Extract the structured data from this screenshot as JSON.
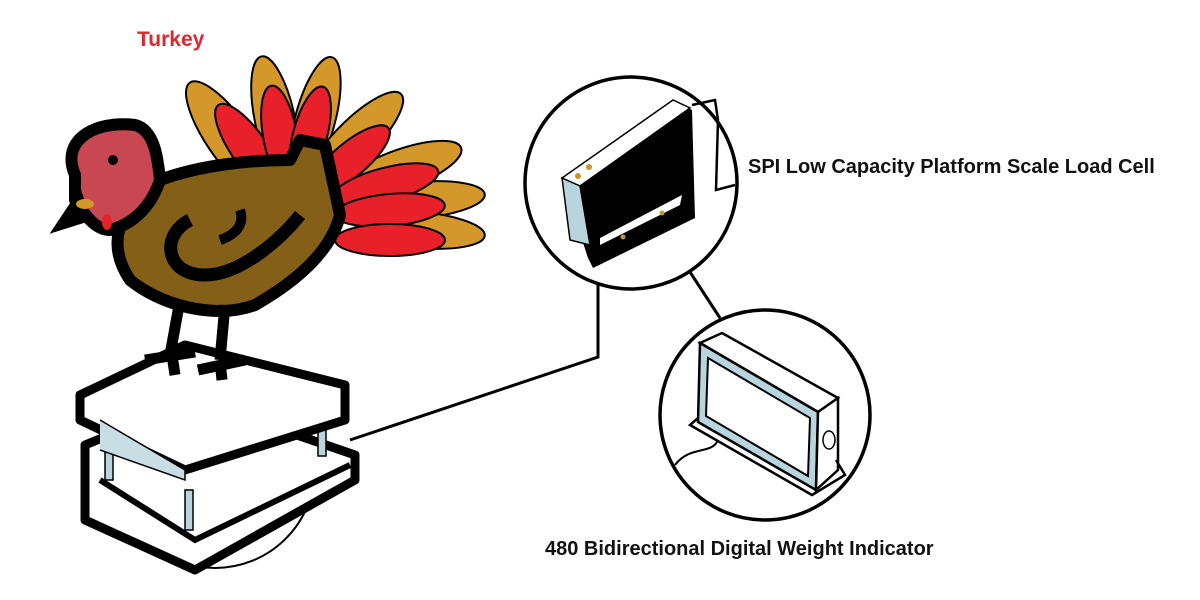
{
  "labels": {
    "turkey": "Turkey",
    "load_cell": "SPI Low Capacity Platform Scale Load Cell",
    "indicator": "480 Bidirectional Digital Weight Indicator"
  },
  "colors": {
    "turkey_label": "#e3262d",
    "feather_gold": "#d4972a",
    "feather_red": "#e8202a",
    "body_brown": "#835f18",
    "head_pink": "#c84752",
    "steel_blue": "#c9dde4",
    "ink": "#000000"
  }
}
